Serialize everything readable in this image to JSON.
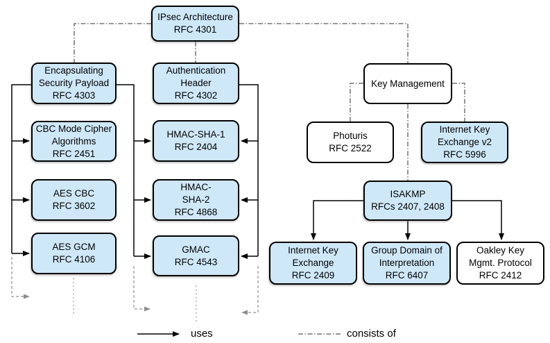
{
  "colors": {
    "node_fill_blue": "#cfe8f8",
    "node_fill_white": "#ffffff",
    "node_border": "#000000",
    "consists_line": "#595959",
    "continuation_gray": "#8c8c8c"
  },
  "nodes": {
    "ipsec": {
      "label": "IPsec Architecture\nRFC 4301"
    },
    "esp": {
      "label": "Encapsulating\nSecurity Payload\nRFC 4303"
    },
    "cbc": {
      "label": "CBC Mode Cipher\nAlgorithms\nRFC 2451"
    },
    "aescbc": {
      "label": "AES CBC\nRFC 3602"
    },
    "aesgcm": {
      "label": "AES GCM\nRFC 4106"
    },
    "ah": {
      "label": "Authentication\nHeader\nRFC 4302"
    },
    "hmacsha1": {
      "label": "HMAC-SHA-1\nRFC 2404"
    },
    "hmacsha2": {
      "label": "HMAC-\nSHA-2\nRFC 4868"
    },
    "gmac": {
      "label": "GMAC\nRFC 4543"
    },
    "km": {
      "label": "Key Management"
    },
    "photuris": {
      "label": "Photuris\nRFC 2522"
    },
    "ikev2": {
      "label": "Internet Key\nExchange v2\nRFC 5996"
    },
    "isakmp": {
      "label": "ISAKMP\nRFCs 2407, 2408"
    },
    "ike": {
      "label": "Internet Key\nExchange\nRFC 2409"
    },
    "gdoi": {
      "label": "Group Domain of\nInterpretation\nRFC 6407"
    },
    "oakley": {
      "label": "Oakley Key\nMgmt. Protocol\nRFC 2412"
    }
  },
  "legend": {
    "uses": "uses",
    "consists_of": "consists of"
  },
  "edges": [
    {
      "type": "consists_of",
      "from": "ipsec",
      "to": "esp"
    },
    {
      "type": "consists_of",
      "from": "ipsec",
      "to": "ah"
    },
    {
      "type": "consists_of",
      "from": "ipsec",
      "to": "km"
    },
    {
      "type": "consists_of",
      "from": "km",
      "to": "photuris"
    },
    {
      "type": "consists_of",
      "from": "km",
      "to": "ikev2"
    },
    {
      "type": "consists_of",
      "from": "km",
      "to": "isakmp"
    },
    {
      "type": "uses",
      "from": "esp",
      "to": "cbc"
    },
    {
      "type": "uses",
      "from": "esp",
      "to": "aescbc"
    },
    {
      "type": "uses",
      "from": "esp",
      "to": "aesgcm"
    },
    {
      "type": "uses",
      "from": "esp",
      "to": "hmacsha1"
    },
    {
      "type": "uses",
      "from": "esp",
      "to": "hmacsha2"
    },
    {
      "type": "uses",
      "from": "esp",
      "to": "gmac"
    },
    {
      "type": "uses",
      "from": "ah",
      "to": "hmacsha1"
    },
    {
      "type": "uses",
      "from": "ah",
      "to": "hmacsha2"
    },
    {
      "type": "uses",
      "from": "ah",
      "to": "gmac"
    },
    {
      "type": "uses",
      "from": "isakmp",
      "to": "ike"
    },
    {
      "type": "uses",
      "from": "isakmp",
      "to": "gdoi"
    },
    {
      "type": "uses",
      "from": "isakmp",
      "to": "oakley"
    }
  ]
}
